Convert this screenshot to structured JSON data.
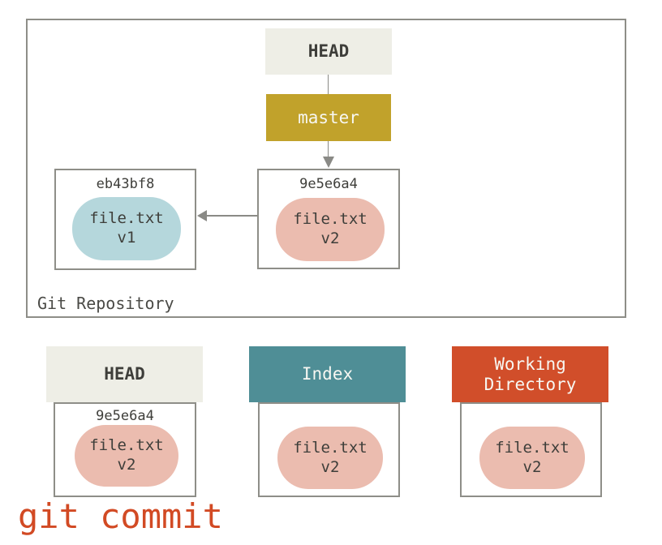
{
  "command": "git commit",
  "repository": {
    "label": "Git Repository",
    "head": {
      "label": "HEAD"
    },
    "branch": {
      "label": "master"
    },
    "commits": {
      "old": {
        "hash": "eb43bf8",
        "file": "file.txt",
        "version": "v1"
      },
      "new": {
        "hash": "9e5e6a4",
        "file": "file.txt",
        "version": "v2"
      }
    }
  },
  "areas": {
    "head": {
      "label": "HEAD",
      "hash": "9e5e6a4",
      "file": "file.txt",
      "version": "v2"
    },
    "index": {
      "label": "Index",
      "file": "file.txt",
      "version": "v2"
    },
    "working_directory": {
      "label": "Working Directory",
      "file": "file.txt",
      "version": "v2"
    }
  },
  "colors": {
    "head_bg": "#EEEEE6",
    "branch_bg": "#C1A22B",
    "index_bg": "#4F8E96",
    "working_dir_bg": "#D14E2A",
    "blob_v1_bg": "#B5D7DC",
    "blob_v2_bg": "#EBBCAF",
    "arrow": "#8A8A86",
    "box_border": "#8E8E88",
    "text_dark": "#3E3E3A",
    "command_text": "#D24A24"
  }
}
